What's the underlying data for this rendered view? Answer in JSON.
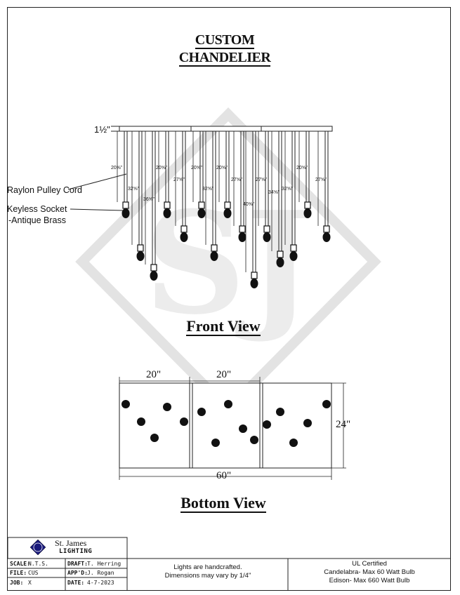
{
  "title": {
    "line1": "CUSTOM",
    "line2": "CHANDELIER"
  },
  "front_view": {
    "label": "Front View",
    "canopy_height": "1½\"",
    "callouts": {
      "cord": "Raylon Pulley Cord",
      "socket_line1": "Keyless Socket",
      "socket_line2": "-Antique Brass"
    },
    "drop_labels": [
      "20⅝\"",
      "32⅝\"",
      "36⅝\"",
      "20⅝\"",
      "27⅝\"",
      "20⅝\"",
      "32⅝\"",
      "20⅝\"",
      "27⅝\"",
      "40⅝\"",
      "27⅝\"",
      "34⅝\"",
      "32⅝\"",
      "20⅝\"",
      "27⅝\""
    ]
  },
  "bottom_view": {
    "label": "Bottom View",
    "width_section_1": "20\"",
    "width_section_2": "20\"",
    "total_width": "60\"",
    "depth": "24\""
  },
  "title_block": {
    "company_line1": "St. James",
    "company_line2": "LIGHTING",
    "scale_label": "SCALE:",
    "scale_value": "N.T.S.",
    "file_label": "FILE:",
    "file_value": "CUS",
    "job_label": "JOB:",
    "job_value": "X",
    "draft_label": "DRAFT:",
    "draft_value": "T. Herring",
    "appd_label": "APP'D:",
    "appd_value": "J. Rogan",
    "date_label": "DATE:",
    "date_value": "4-7-2023"
  },
  "notes": {
    "line1": "Lights are handcrafted.",
    "line2": "Dimensions may vary by 1/4\""
  },
  "certification": {
    "line1": "UL Certified",
    "line2": "Candelabra- Max 60 Watt Bulb",
    "line3": "Edison- Max 660 Watt Bulb"
  },
  "watermark": {
    "text": "SJ"
  }
}
